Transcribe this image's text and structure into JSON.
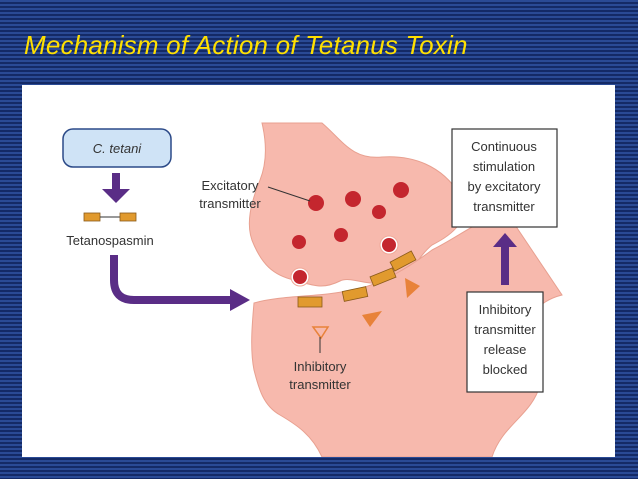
{
  "title": "Mechanism of Action of Tetanus Toxin",
  "diagram": {
    "organism": "C. tetani",
    "toxin": "Tetanospasmin",
    "excitatory_label": [
      "Excitatory",
      "transmitter"
    ],
    "inhibitory_label": [
      "Inhibitory",
      "transmitter"
    ],
    "blocked_label": [
      "Inhibitory",
      "transmitter",
      "release",
      "blocked"
    ],
    "outcome_label": [
      "Continuous",
      "stimulation",
      "by excitatory",
      "transmitter"
    ]
  },
  "colors": {
    "title": "#ffe000",
    "neuron_fill": "#f7b9ad",
    "vesicle": "#c4262e",
    "toxin": "#e19a2e",
    "arrow": "#5a2d86",
    "box_blue": "#cfe3f6"
  }
}
